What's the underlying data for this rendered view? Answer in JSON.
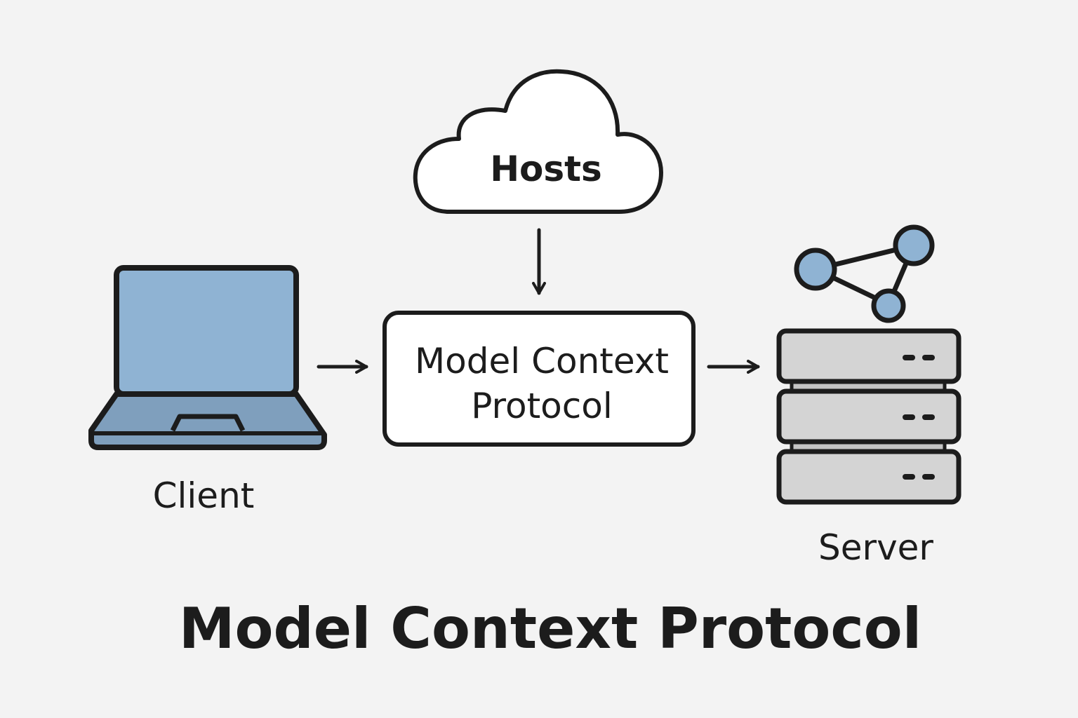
{
  "diagram": {
    "hosts_label": "Hosts",
    "protocol_box": {
      "line1": "Model Context",
      "line2": "Protocol"
    },
    "client_label": "Client",
    "server_label": "Server",
    "title": "Model Context Protocol"
  },
  "colors": {
    "background": "#f3f3f3",
    "stroke": "#1c1c1c",
    "laptop_screen": "#8fb3d3",
    "laptop_base": "#7f9fbd",
    "server_fill": "#d4d4d4",
    "node_fill": "#8fb3d3",
    "box_fill": "#ffffff"
  },
  "icons": {
    "client": "laptop-icon",
    "hosts": "cloud-icon",
    "server": "server-stack-icon",
    "network": "network-nodes-icon"
  }
}
